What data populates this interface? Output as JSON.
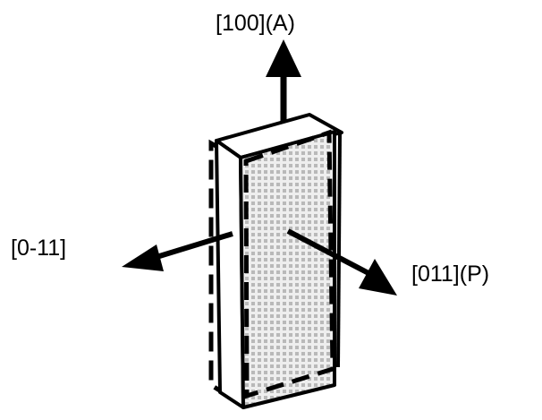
{
  "labels": {
    "top_axis": "[100](A)",
    "left_axis": "[0-11]",
    "right_axis": "[011](P)"
  },
  "colors": {
    "stroke": "#000000",
    "face_fill": "#d9d9d9",
    "background": "#ffffff"
  }
}
